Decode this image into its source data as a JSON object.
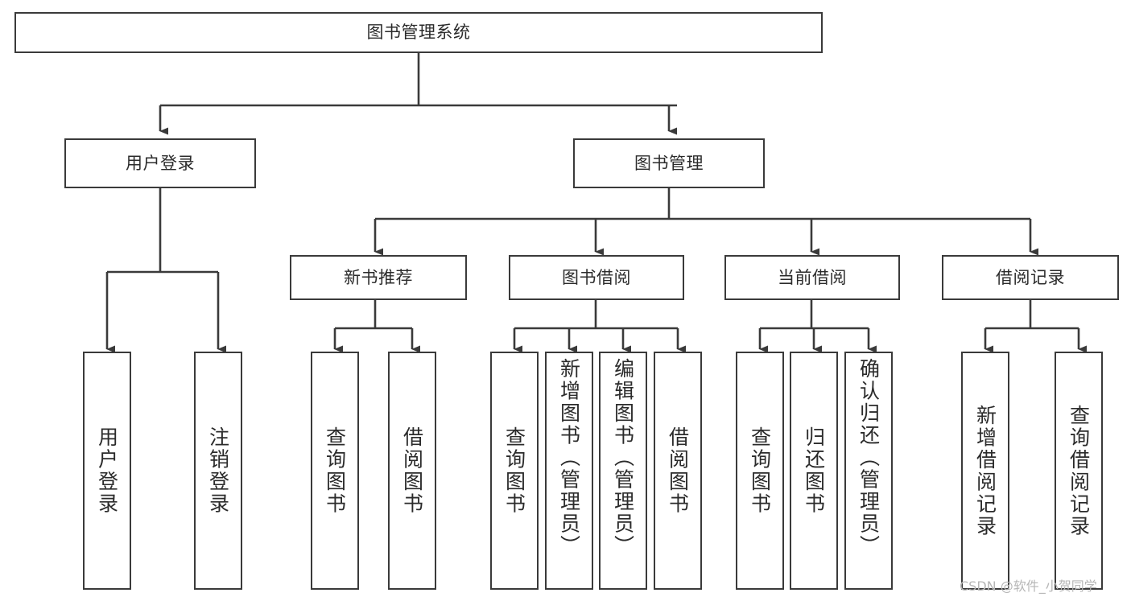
{
  "diagram": {
    "type": "tree",
    "title": "图书管理系统",
    "watermark": "CSDN @软件_小贺同学",
    "colors": {
      "border": "#3a3a3a",
      "text": "#2b2b2b",
      "background": "#ffffff",
      "connector": "#3a3a3a",
      "watermark": "#b6b6b6"
    },
    "nodes": {
      "root": {
        "label": "图书管理系统"
      },
      "level2": [
        {
          "label": "用户登录"
        },
        {
          "label": "图书管理"
        }
      ],
      "level3": [
        {
          "label": "新书推荐"
        },
        {
          "label": "图书借阅"
        },
        {
          "label": "当前借阅"
        },
        {
          "label": "借阅记录"
        }
      ],
      "leaves_user_login": [
        {
          "label": "用户登录"
        },
        {
          "label": "注销登录"
        }
      ],
      "leaves_new_book": [
        {
          "label": "查询图书"
        },
        {
          "label": "借阅图书"
        }
      ],
      "leaves_borrow": [
        {
          "label": "查询图书"
        },
        {
          "label": "新增图书（管理员）"
        },
        {
          "label": "编辑图书（管理员）"
        },
        {
          "label": "借阅图书"
        }
      ],
      "leaves_current": [
        {
          "label": "查询图书"
        },
        {
          "label": "归还图书"
        },
        {
          "label": "确认归还（管理员）"
        }
      ],
      "leaves_records": [
        {
          "label": "新增借阅记录"
        },
        {
          "label": "查询借阅记录"
        }
      ]
    }
  }
}
